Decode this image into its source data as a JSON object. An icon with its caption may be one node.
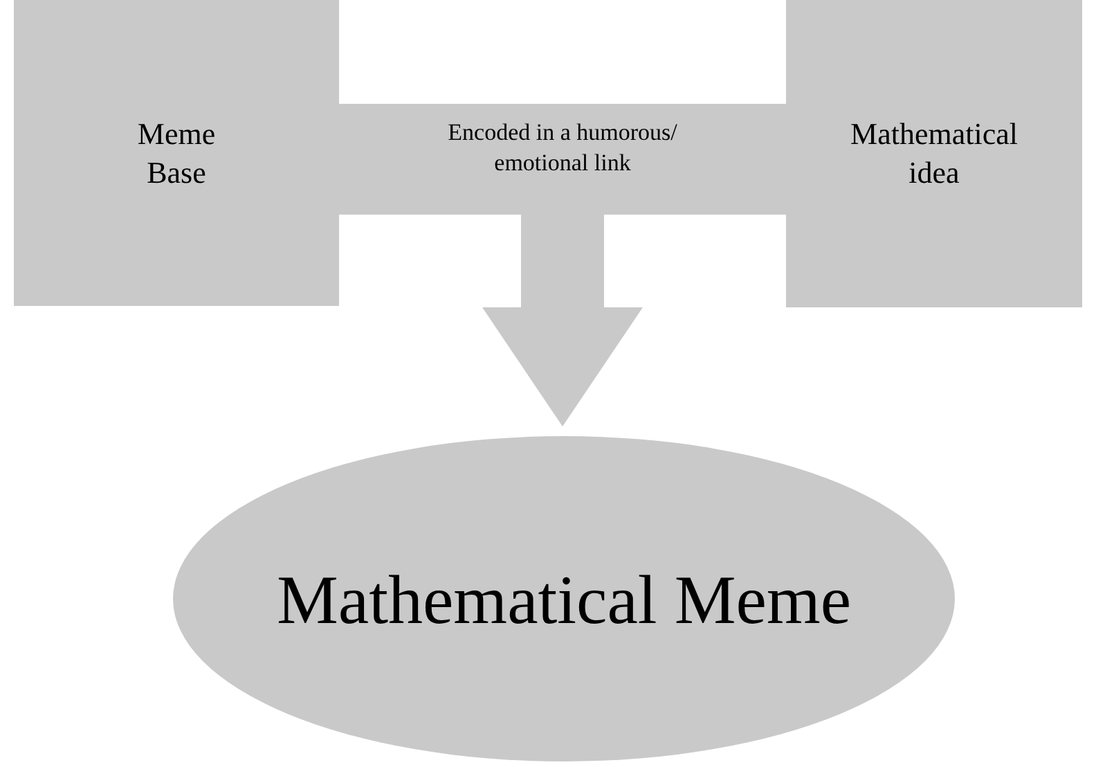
{
  "diagram": {
    "nodes": [
      {
        "text": [
          "Meme Base"
        ]
      },
      {
        "text": [
          "Encoded in a humorous/ emotional link"
        ]
      },
      {
        "text": [
          "Mathematical idea"
        ]
      },
      {
        "text": [
          "Mathematical Meme"
        ]
      }
    ],
    "edges": [
      {
        "from": 1,
        "to": 3,
        "arrow": "to",
        "style": "thick"
      }
    ]
  }
}
